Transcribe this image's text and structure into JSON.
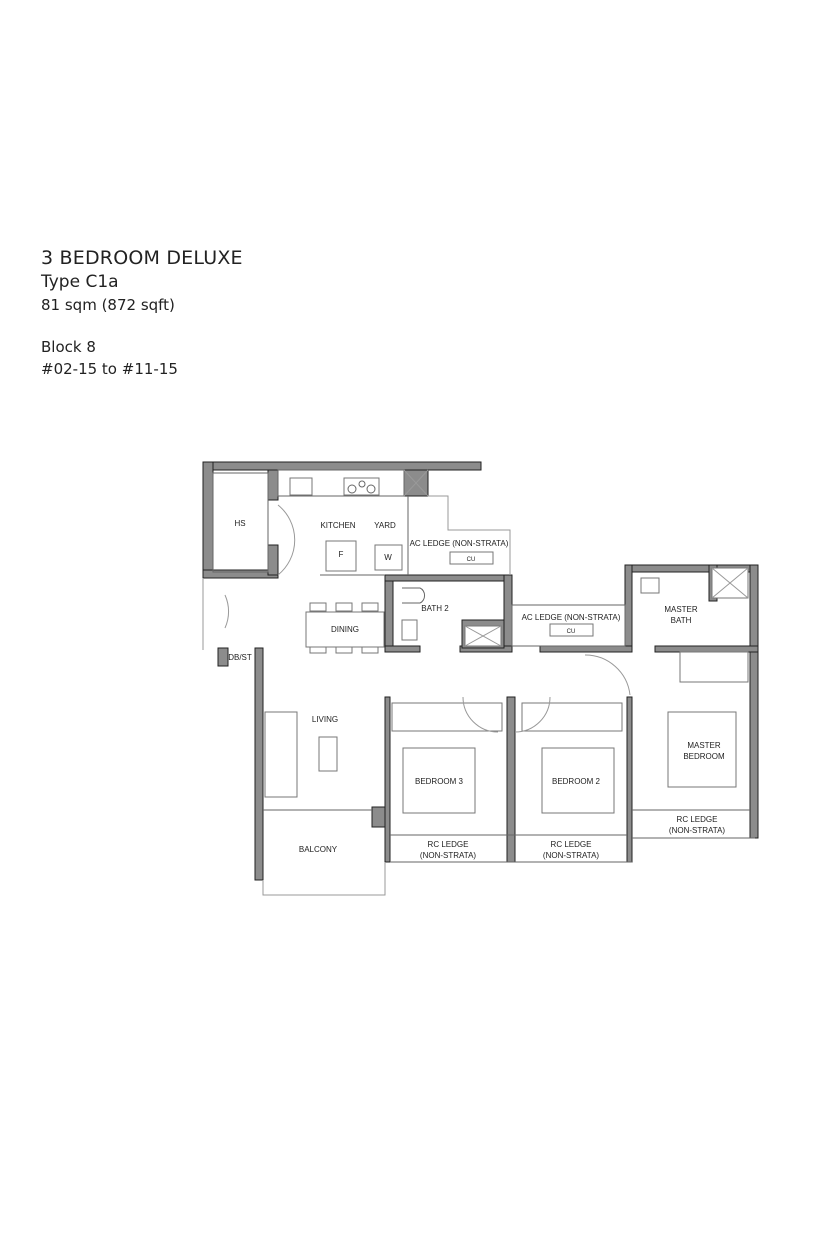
{
  "header": {
    "unit_name": "3 BEDROOM DELUXE",
    "unit_type": "Type C1a",
    "area": "81 sqm (872 sqft)",
    "block": "Block 8",
    "unit_range": "#02-15 to #11-15"
  },
  "plan": {
    "rooms": {
      "hs": "HS",
      "kitchen": "KITCHEN",
      "yard": "YARD",
      "fridge": "F",
      "washer": "W",
      "ac_ledge_1": "AC LEDGE (NON-STRATA)",
      "cu_1": "CU",
      "bath2": "BATH 2",
      "ac_ledge_2": "AC LEDGE (NON-STRATA)",
      "cu_2": "CU",
      "master_bath_1": "MASTER",
      "master_bath_2": "BATH",
      "dining": "DINING",
      "dbst": "DB/ST",
      "living": "LIVING",
      "bedroom3": "BEDROOM 3",
      "bedroom2": "BEDROOM 2",
      "master_bedroom_1": "MASTER",
      "master_bedroom_2": "BEDROOM",
      "balcony": "BALCONY",
      "rc_ledge": "RC LEDGE",
      "non_strata": "(NON-STRATA)"
    }
  }
}
